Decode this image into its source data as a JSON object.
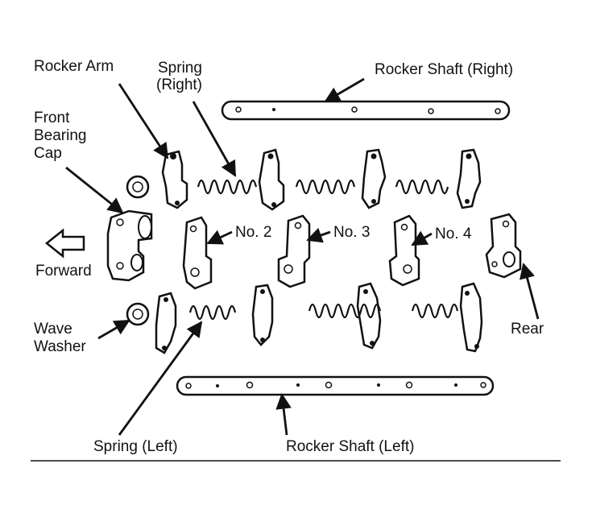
{
  "diagram": {
    "labels": {
      "rocker_arm": "Rocker Arm",
      "spring_right_line1": "Spring",
      "spring_right_line2": "(Right)",
      "rocker_shaft_right": "Rocker Shaft (Right)",
      "front_line1": "Front",
      "front_line2": "Bearing",
      "front_line3": "Cap",
      "no2": "No. 2",
      "no3": "No. 3",
      "no4": "No. 4",
      "forward": "Forward",
      "wave_line1": "Wave",
      "wave_line2": "Washer",
      "rear": "Rear",
      "spring_left": "Spring (Left)",
      "rocker_shaft_left": "Rocker Shaft (Left)"
    }
  }
}
